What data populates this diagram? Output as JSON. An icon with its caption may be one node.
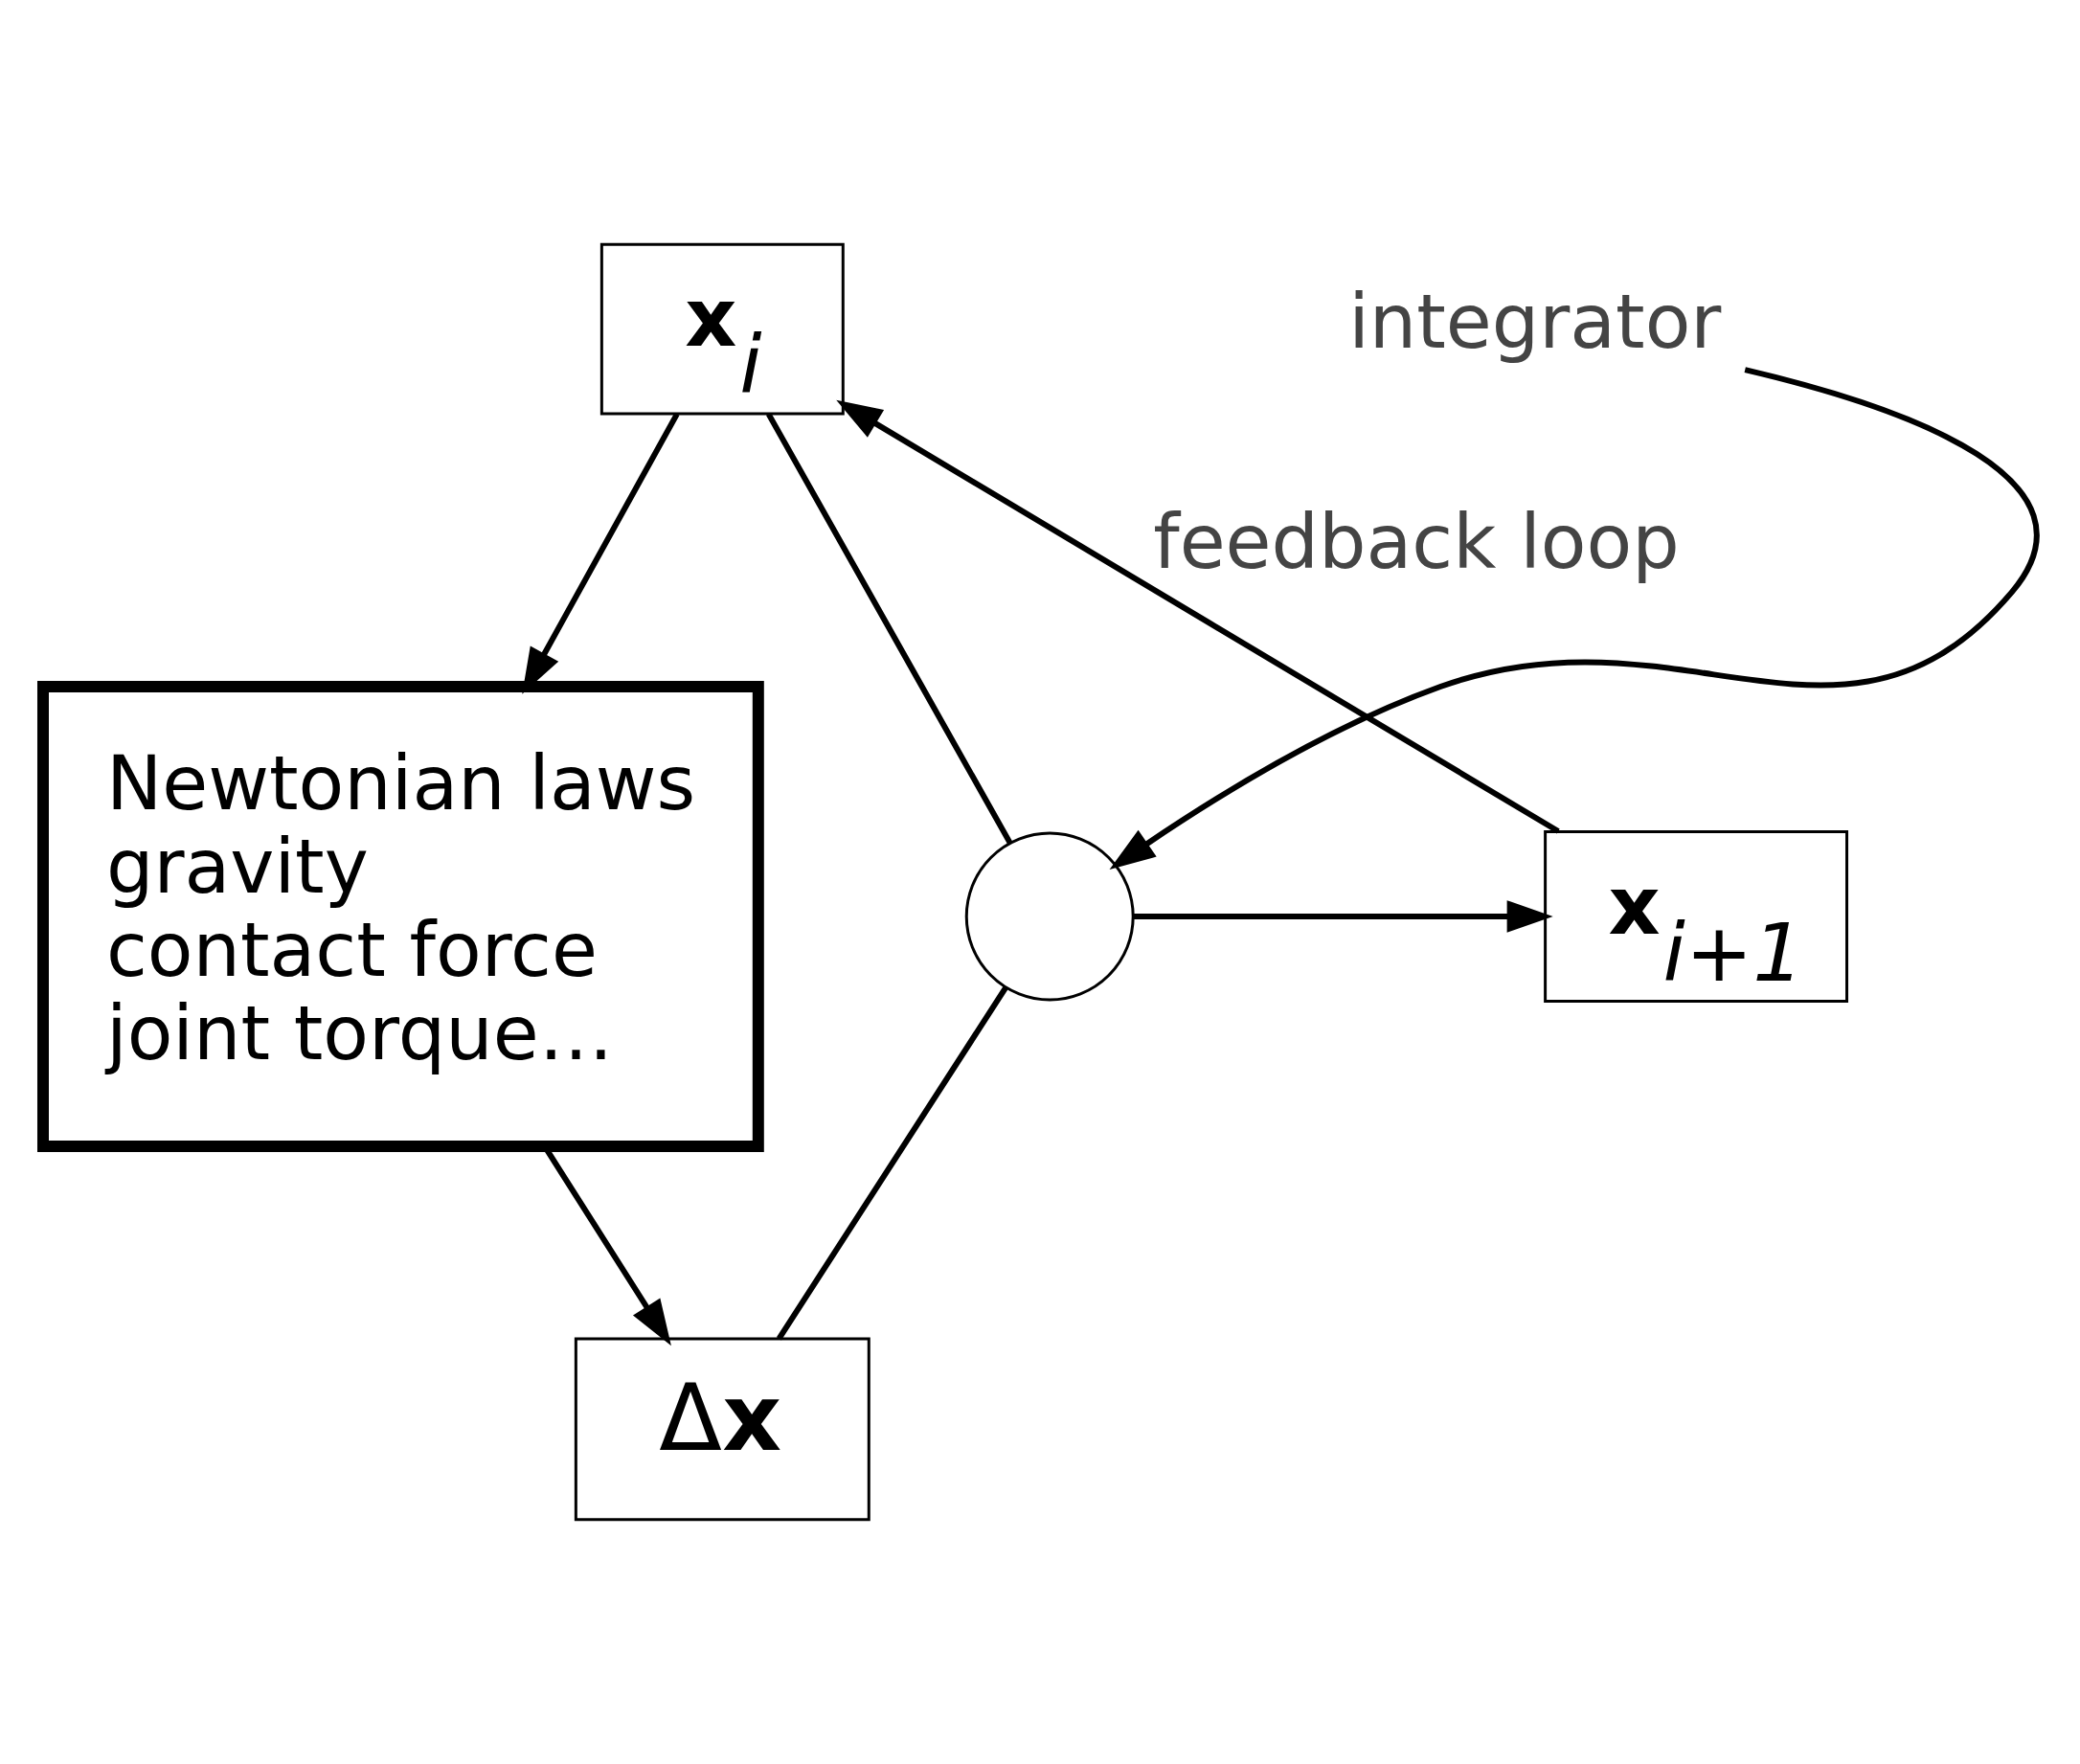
{
  "diagram": {
    "nodes": [
      {
        "text": [
          "**x**$_{i}$"
        ]
      },
      {
        "text": [
          "Newtonian laws",
          "gravity",
          "contact force",
          "joint torque…"
        ]
      },
      {
        "text": [
          "Δ**x**"
        ]
      },
      {
        "text": [],
        "shape": "circle"
      },
      {
        "text": [
          "**x**$_{i+1}$"
        ]
      },
      {
        "text": [
          "integrator"
        ]
      }
    ],
    "edges": [
      {
        "from": 0,
        "to": 1,
        "arrow": "to"
      },
      {
        "from": 1,
        "to": 2,
        "arrow": "to"
      },
      {
        "from": 0,
        "to": 3,
        "arrow": "none"
      },
      {
        "from": 2,
        "to": 3,
        "arrow": "none"
      },
      {
        "from": 3,
        "to": 4,
        "arrow": "to"
      },
      {
        "from": 4,
        "to": 0,
        "arrow": "to",
        "label": "feedback loop"
      },
      {
        "from": 5,
        "to": 3,
        "arrow": "to"
      }
    ]
  }
}
